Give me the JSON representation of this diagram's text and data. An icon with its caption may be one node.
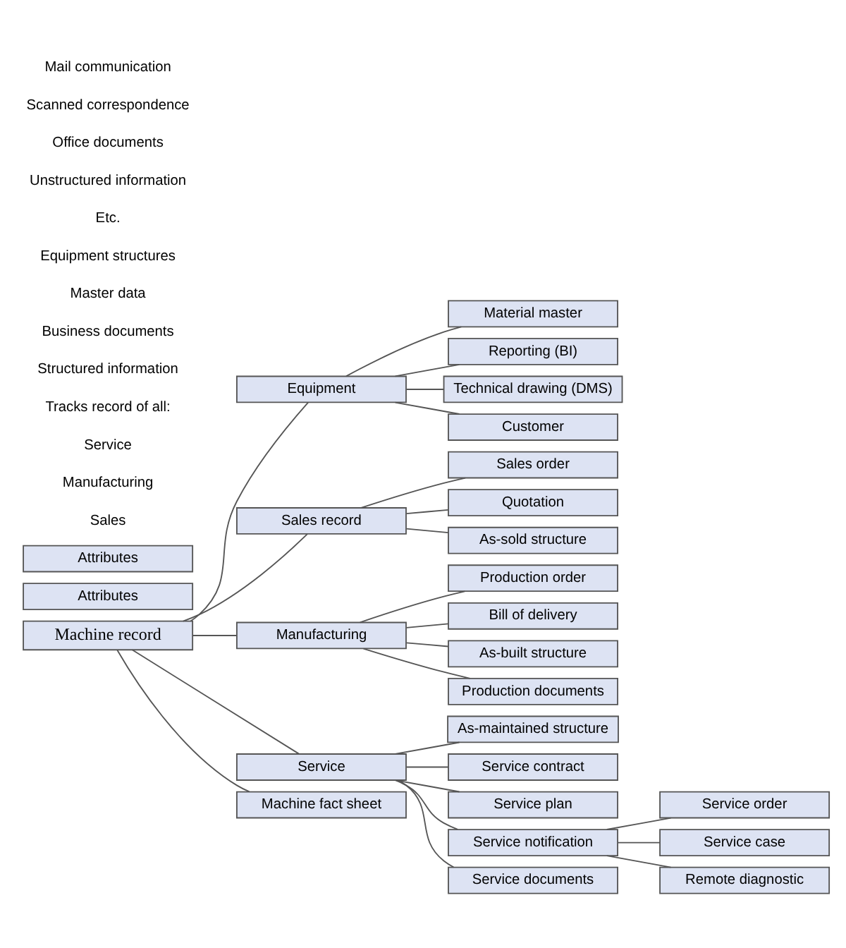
{
  "diagram": {
    "nodes": [
      {
        "text": [
          "Machine record"
        ]
      },
      {
        "text": [
          "Attributes"
        ]
      },
      {
        "text": [
          "Equipment"
        ]
      },
      {
        "text": [
          "Material master"
        ]
      },
      {
        "text": [
          "Reporting (BI)"
        ]
      },
      {
        "text": [
          "Technical drawing (DMS)"
        ]
      },
      {
        "text": [
          "Customer"
        ]
      },
      {
        "text": [
          "Sales record"
        ]
      },
      {
        "text": [
          "Attributes"
        ]
      },
      {
        "text": [
          "Sales order"
        ]
      },
      {
        "text": [
          "Quotation"
        ]
      },
      {
        "text": [
          "As-sold structure"
        ]
      },
      {
        "text": [
          "Manufacturing"
        ]
      },
      {
        "text": [
          "Production order"
        ]
      },
      {
        "text": [
          "Bill of delivery"
        ]
      },
      {
        "text": [
          "As-built structure"
        ]
      },
      {
        "text": [
          "Production documents"
        ]
      },
      {
        "text": [
          "Service"
        ]
      },
      {
        "text": [
          "As-maintained structure"
        ]
      },
      {
        "text": [
          "Service contract"
        ]
      },
      {
        "text": [
          "Service plan"
        ]
      },
      {
        "text": [
          "Service notification"
        ]
      },
      {
        "text": [
          "Service order"
        ]
      },
      {
        "text": [
          "Service case"
        ]
      },
      {
        "text": [
          "Remote diagnostic"
        ]
      },
      {
        "text": [
          "Service documents"
        ]
      },
      {
        "text": [
          "Machine fact sheet"
        ]
      }
    ],
    "edges": [
      {
        "from": 0,
        "to": 2,
        "arrow": "none"
      },
      {
        "from": 2,
        "to": 3,
        "arrow": "none"
      },
      {
        "from": 2,
        "to": 4,
        "arrow": "none"
      },
      {
        "from": 2,
        "to": 5,
        "arrow": "none"
      },
      {
        "from": 2,
        "to": 6,
        "arrow": "none"
      },
      {
        "from": 0,
        "to": 7,
        "arrow": "none"
      },
      {
        "from": 7,
        "to": 9,
        "arrow": "none"
      },
      {
        "from": 7,
        "to": 10,
        "arrow": "none"
      },
      {
        "from": 7,
        "to": 11,
        "arrow": "none"
      },
      {
        "from": 0,
        "to": 12,
        "arrow": "none"
      },
      {
        "from": 12,
        "to": 13,
        "arrow": "none"
      },
      {
        "from": 12,
        "to": 14,
        "arrow": "none"
      },
      {
        "from": 12,
        "to": 15,
        "arrow": "none"
      },
      {
        "from": 12,
        "to": 16,
        "arrow": "none"
      },
      {
        "from": 0,
        "to": 17,
        "arrow": "none"
      },
      {
        "from": 17,
        "to": 18,
        "arrow": "none"
      },
      {
        "from": 17,
        "to": 19,
        "arrow": "none"
      },
      {
        "from": 17,
        "to": 20,
        "arrow": "none"
      },
      {
        "from": 17,
        "to": 21,
        "arrow": "none"
      },
      {
        "from": 21,
        "to": 22,
        "arrow": "none"
      },
      {
        "from": 21,
        "to": 23,
        "arrow": "none"
      },
      {
        "from": 21,
        "to": 24,
        "arrow": "none"
      },
      {
        "from": 17,
        "to": 25,
        "arrow": "none"
      },
      {
        "from": 0,
        "to": 26,
        "arrow": "none"
      }
    ],
    "labels": [
      "Sales",
      "Manufacturing",
      "Service",
      "Tracks record of all:",
      "Structured information",
      "Business documents",
      "Master data",
      "Equipment structures",
      "Etc.",
      "Unstructured information",
      "Office documents",
      "Scanned correspondence",
      "Mail communication"
    ]
  }
}
